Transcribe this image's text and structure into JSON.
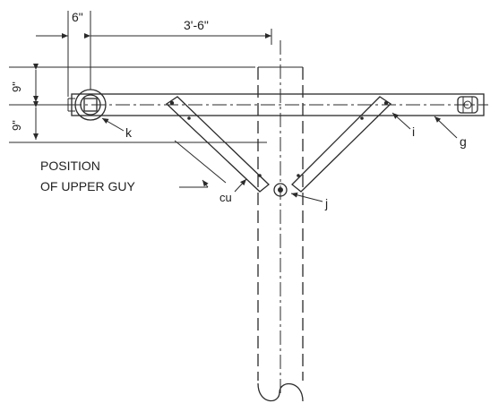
{
  "dimensions": {
    "top_left": "6\"",
    "top_right": "3'-6\"",
    "left_upper": "9\"",
    "left_lower": "9\""
  },
  "labels": {
    "position_line1": "POSITION",
    "position_line2": "OF UPPER GUY",
    "cu": "cu",
    "k": "k",
    "j": "j",
    "i": "i",
    "g": "g"
  }
}
